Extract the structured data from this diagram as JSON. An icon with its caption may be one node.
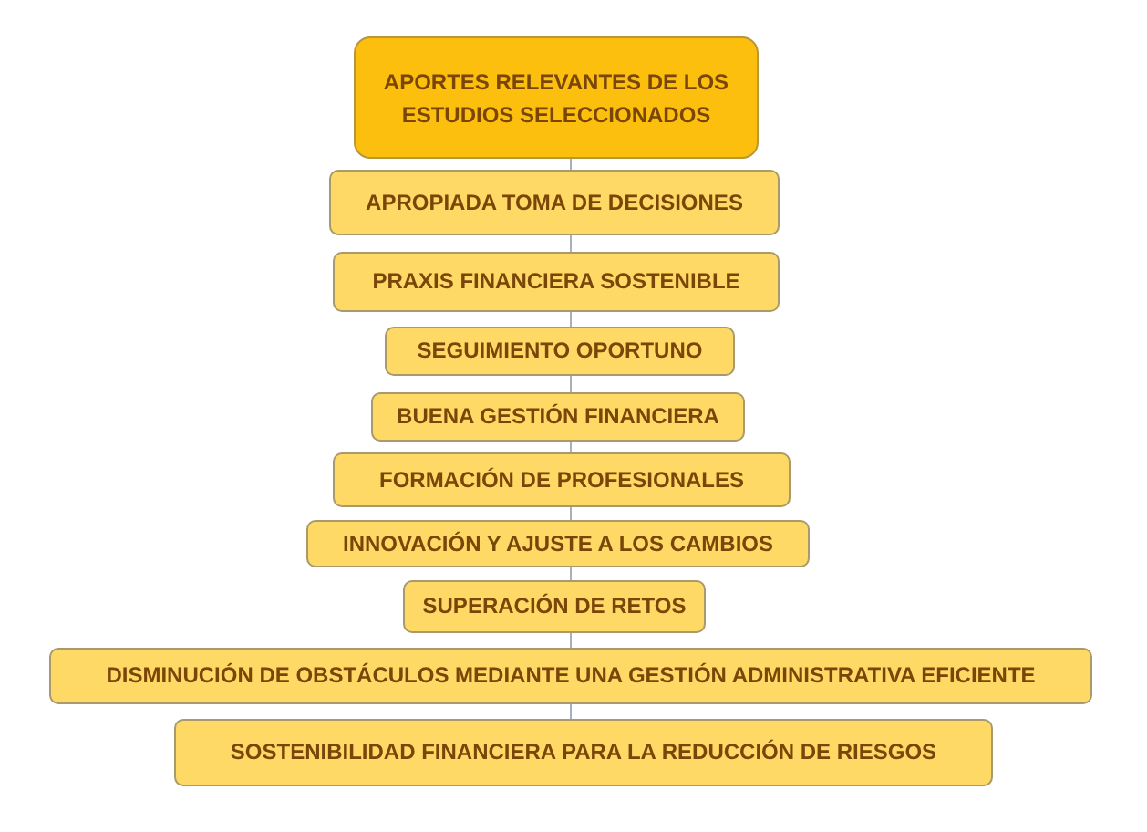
{
  "diagram": {
    "nodes": [
      {
        "text": [
          "APORTES RELEVANTES DE LOS ESTUDIOS SELECCIONADOS"
        ]
      },
      {
        "text": [
          "APROPIADA TOMA DE DECISIONES"
        ]
      },
      {
        "text": [
          "PRAXIS FINANCIERA SOSTENIBLE"
        ]
      },
      {
        "text": [
          "SEGUIMIENTO OPORTUNO"
        ]
      },
      {
        "text": [
          "BUENA GESTIÓN FINANCIERA"
        ]
      },
      {
        "text": [
          "FORMACIÓN DE PROFESIONALES"
        ]
      },
      {
        "text": [
          "INNOVACIÓN Y AJUSTE A LOS CAMBIOS"
        ]
      },
      {
        "text": [
          "SUPERACIÓN DE RETOS"
        ]
      },
      {
        "text": [
          "DISMINUCIÓN DE OBSTÁCULOS MEDIANTE UNA GESTIÓN ADMINISTRATIVA EFICIENTE"
        ]
      },
      {
        "text": [
          "SOSTENIBILIDAD FINANCIERA PARA LA REDUCCIÓN DE RIESGOS"
        ]
      }
    ],
    "edges": [
      {
        "from": 0,
        "to": 1,
        "arrow": "none"
      },
      {
        "from": 1,
        "to": 2,
        "arrow": "none"
      },
      {
        "from": 2,
        "to": 3,
        "arrow": "none"
      },
      {
        "from": 3,
        "to": 4,
        "arrow": "none"
      },
      {
        "from": 4,
        "to": 5,
        "arrow": "none"
      },
      {
        "from": 5,
        "to": 6,
        "arrow": "none"
      },
      {
        "from": 6,
        "to": 7,
        "arrow": "none"
      },
      {
        "from": 7,
        "to": 8,
        "arrow": "none"
      },
      {
        "from": 8,
        "to": 9,
        "arrow": "none"
      }
    ]
  }
}
